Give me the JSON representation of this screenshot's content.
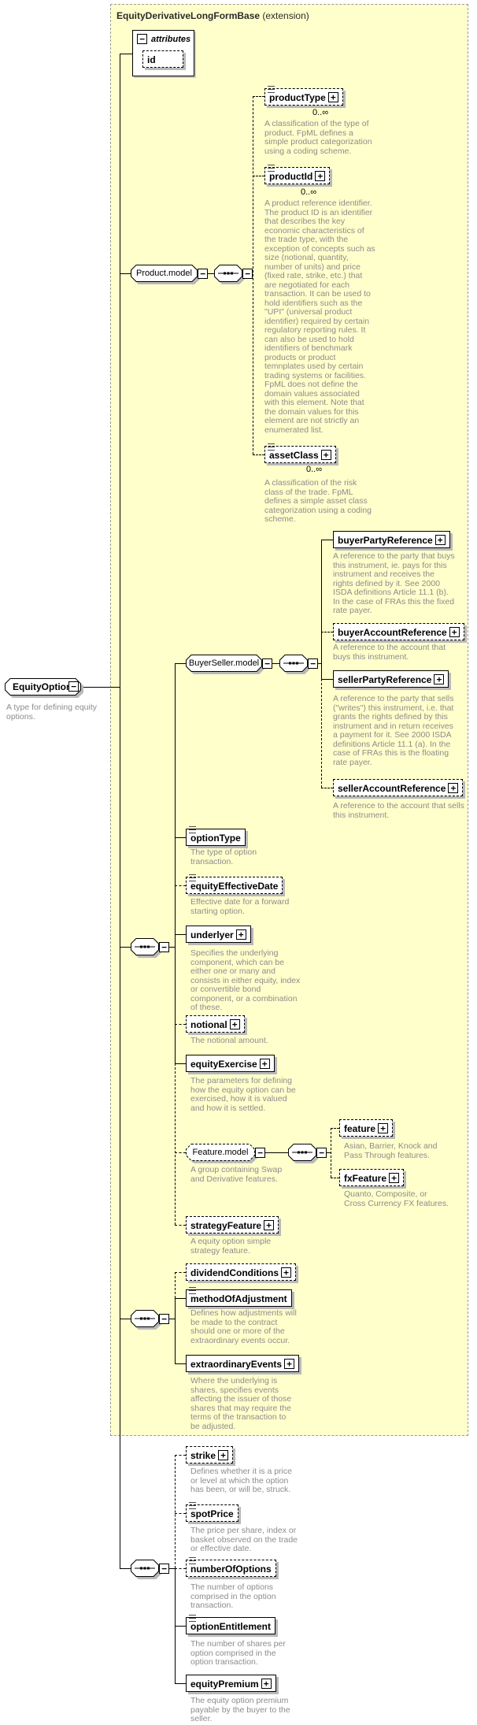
{
  "title": {
    "bold": "EquityDerivativeLongFormBase",
    "suffix": " (extension)"
  },
  "icons": {
    "plus": "+",
    "minus": "−"
  },
  "colors": {
    "panel_bg": "#ffffcc",
    "description_text": "#8c8c8c",
    "box_shadow": "#b9b9b9",
    "line": "#000000"
  },
  "root": {
    "label": "EquityOption",
    "desc": "A type for defining equity options."
  },
  "attributes_panel": {
    "label": "attributes",
    "id_attr": {
      "label": "id"
    }
  },
  "groups": {
    "product_model": {
      "label": "Product.model"
    },
    "buyer_seller_model": {
      "label": "BuyerSeller.model"
    },
    "feature_model": {
      "label": "Feature.model",
      "desc": "A group containing Swap and Derivative features."
    }
  },
  "elements": {
    "productType": {
      "label": "productType",
      "card": "0..∞",
      "desc": "A classification of the type of product. FpML defines a simple product categorization using a coding scheme."
    },
    "productId": {
      "label": "productId",
      "card": "0..∞",
      "desc": "A product reference identifier. The product ID is an identifier that describes the key economic characteristics of the trade type, with the exception of concepts such as size (notional, quantity, number of units) and price (fixed rate, strike, etc.) that are negotiated for each transaction. It can be used to hold identifiers such as the \"UPI\" (universal product identifier) required by certain regulatory reporting rules. It can also be used to hold identifiers of benchmark products or product temnplates used by certain trading systems or facilities. FpML does not define the domain values associated with this element. Note that the domain values for this element are not strictly an enumerated list."
    },
    "assetClass": {
      "label": "assetClass",
      "card": "0..∞",
      "desc": "A classification of the risk class of the trade. FpML defines a simple asset class categorization using a coding scheme."
    },
    "buyerPartyReference": {
      "label": "buyerPartyReference",
      "desc": "A reference to the party that buys this instrument, ie. pays for this instrument and receives the rights defined by it. See 2000 ISDA definitions Article 11.1 (b). In the case of FRAs this the fixed rate payer."
    },
    "buyerAccountReference": {
      "label": "buyerAccountReference",
      "desc": "A reference to the account that buys this instrument."
    },
    "sellerPartyReference": {
      "label": "sellerPartyReference",
      "desc": "A reference to the party that sells (\"writes\") this instrument, i.e. that grants the rights defined by this instrument and in return receives a payment for it. See 2000 ISDA definitions Article 11.1 (a). In the case of FRAs this is the floating rate payer."
    },
    "sellerAccountReference": {
      "label": "sellerAccountReference",
      "desc": "A reference to the account that sells this instrument."
    },
    "optionType": {
      "label": "optionType",
      "desc": "The type of option transaction."
    },
    "equityEffectiveDate": {
      "label": "equityEffectiveDate",
      "desc": "Effective date for a forward starting option."
    },
    "underlyer": {
      "label": "underlyer",
      "desc": "Specifies the underlying component, which can be either one or many and consists in either equity, index or convertible bond component, or a combination of these."
    },
    "notional": {
      "label": "notional",
      "desc": "The notional amount."
    },
    "equityExercise": {
      "label": "equityExercise",
      "desc": "The parameters for defining how the equity option can be exercised, how it is valued and how it is settled."
    },
    "feature": {
      "label": "feature",
      "desc": "Asian, Barrier, Knock and Pass Through features."
    },
    "fxFeature": {
      "label": "fxFeature",
      "desc": "Quanto, Composite, or Cross Currency FX features."
    },
    "strategyFeature": {
      "label": "strategyFeature",
      "desc": "A equity option simple strategy feature."
    },
    "dividendConditions": {
      "label": "dividendConditions"
    },
    "methodOfAdjustment": {
      "label": "methodOfAdjustment",
      "desc": "Defines how adjustments will be made to the contract should one or more of the extraordinary events occur."
    },
    "extraordinaryEvents": {
      "label": "extraordinaryEvents",
      "desc": "Where the underlying is shares, specifies events affecting the issuer of those shares that may require the terms of the transaction to be adjusted."
    },
    "strike": {
      "label": "strike",
      "desc": "Defines whether it is a price or level at which the option has been, or will be, struck."
    },
    "spotPrice": {
      "label": "spotPrice",
      "desc": "The price per share, index or basket observed on the trade or effective date."
    },
    "numberOfOptions": {
      "label": "numberOfOptions",
      "desc": "The number of options comprised in the option transaction."
    },
    "optionEntitlement": {
      "label": "optionEntitlement",
      "desc": "The number of shares per option comprised in the option transaction."
    },
    "equityPremium": {
      "label": "equityPremium",
      "desc": "The equity option premium payable by the buyer to the seller."
    }
  }
}
